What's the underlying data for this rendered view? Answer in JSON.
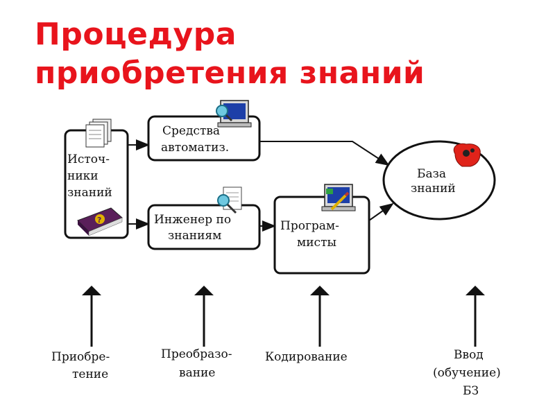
{
  "title": {
    "line1": "Процедура",
    "line2": "приобретения знаний"
  },
  "nodes": {
    "sources": {
      "line1": "Источ-",
      "line2": "ники",
      "line3": "знаний",
      "icon": "document-stack-icon",
      "icon2": "book-icon"
    },
    "automation": {
      "line1": "Средства",
      "line2": "автоматиз.",
      "icon": "computer-magnifier-icon"
    },
    "engineer": {
      "line1": "Инженер по",
      "line2": "знаниям",
      "icon": "document-magnifier-icon"
    },
    "programmers": {
      "line1": "Програм-",
      "line2": "мисты",
      "icon": "computer-pencil-icon"
    },
    "knowledge_base": {
      "line1": "База",
      "line2": "знаний",
      "icon": "head-gear-icon"
    }
  },
  "stages": [
    {
      "line1": "Приобре-",
      "line2": "тение"
    },
    {
      "line1": "Преобразо-",
      "line2": "вание"
    },
    {
      "line1": "Кодирование"
    },
    {
      "line1": "Ввод",
      "line2": "(обучение)",
      "line3": "БЗ"
    }
  ],
  "colors": {
    "title": "#e8141c",
    "stroke": "#111111"
  }
}
